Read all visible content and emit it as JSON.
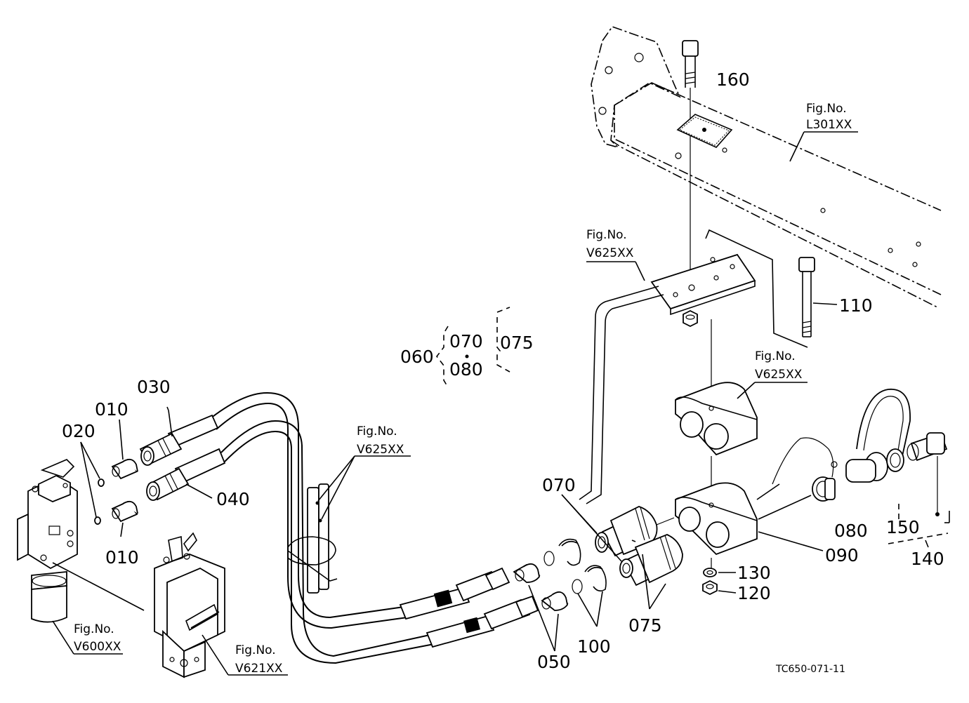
{
  "callouts": {
    "p010a": "010",
    "p010b": "010",
    "p020": "020",
    "p030": "030",
    "p040": "040",
    "p050": "050",
    "p060": "060",
    "p070a": "070",
    "p070b": "070",
    "p075a": "075",
    "p075b": "075",
    "p080a": "080",
    "p080b": "080",
    "p090": "090",
    "p100": "100",
    "p110": "110",
    "p120": "120",
    "p130": "130",
    "p140": "140",
    "p150": "150",
    "p160": "160"
  },
  "figure_refs": {
    "fig_label": "Fig.No.",
    "l301": "L301XX",
    "v625_top": "V625XX",
    "v625_mid": "V625XX",
    "v625_pipe": "V625XX",
    "v600": "V600XX",
    "v621": "V621XX"
  },
  "drawing_code": "TC650-071-11"
}
